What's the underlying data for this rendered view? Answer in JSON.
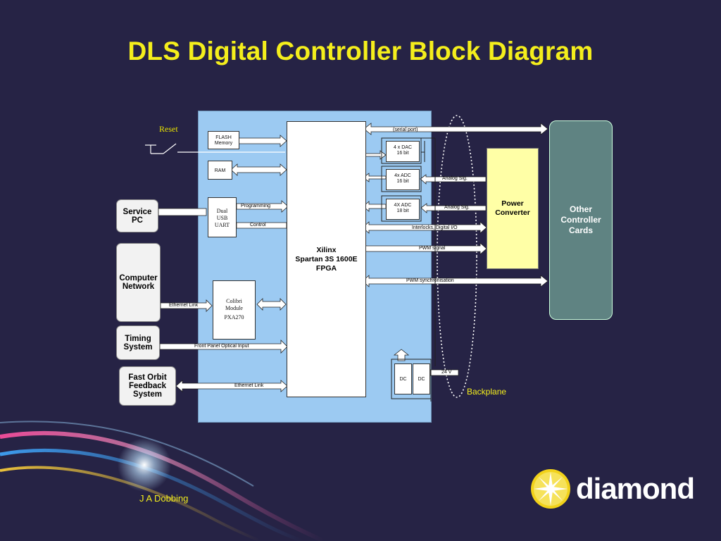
{
  "title": "DLS Digital Controller Block Diagram",
  "reset": "Reset",
  "blocks": {
    "flash": "FLASH Memory",
    "ram": "RAM",
    "uart": [
      "Dual",
      "USB",
      "UART"
    ],
    "colibri": [
      "Colibri",
      "Module",
      "PXA270"
    ],
    "fpga": [
      "Xilinx",
      "Spartan 3S 1600E",
      "FPGA"
    ],
    "dac": [
      "4 x DAC",
      "16 bit"
    ],
    "adc1": [
      "4x ADC",
      "16 bit"
    ],
    "adc2": [
      "4X ADC",
      "18 bit"
    ],
    "dc1": "DC",
    "dc2": "DC",
    "power": [
      "Power",
      "Converter"
    ],
    "other": [
      "Other",
      "Controller",
      "Cards"
    ]
  },
  "external": {
    "service_pc": [
      "Service",
      "PC"
    ],
    "computer_network": [
      "Computer",
      "Network"
    ],
    "timing_system": [
      "Timing",
      "System"
    ],
    "fast_orbit": [
      "Fast Orbit",
      "Feedback",
      "System"
    ]
  },
  "links": {
    "serial_port": "(serial port)",
    "programming": "Programming",
    "control": "Control",
    "analog1": "Analog Sig.",
    "analog2": "Analog Sig.",
    "interlocks": "Interlocks, Digital I/O",
    "pwm_signal": "PWM signal",
    "pwm_sync": "PWM synchronisation",
    "ethernet1": "Ethernet Link",
    "optical": "Front Panel Optical Input",
    "ethernet2": "Ethernet Link",
    "v24": "24 V"
  },
  "backplane": "Backplane",
  "author": "J A Dobbing",
  "logo": "diamond",
  "colors": {
    "background": "#262345",
    "title": "#f4ee1c",
    "board": "#9ccaf2",
    "power": "#ffffa6",
    "other": "#5f8382"
  }
}
